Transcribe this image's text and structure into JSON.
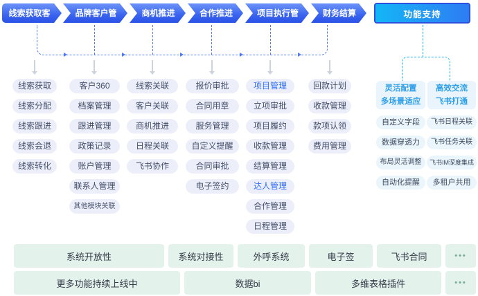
{
  "flow": {
    "steps": [
      "线索获取客户",
      "品牌客户管理",
      "商机推进",
      "合作推进",
      "项目执行管理",
      "财务结算"
    ],
    "support_label": "功能支持"
  },
  "columns": [
    {
      "name": "lead-acquisition",
      "items": [
        "线索获取",
        "线索分配",
        "线索跟进",
        "线索会退",
        "线索转化"
      ]
    },
    {
      "name": "brand-customer",
      "items": [
        "客户360",
        "档案管理",
        "跟进管理",
        "政策记录",
        "账户管理",
        "联系人管理",
        "其他模块关联"
      ]
    },
    {
      "name": "opportunity",
      "items": [
        "线索关联",
        "客户关联",
        "商机推进",
        "日程关联",
        "飞书协作"
      ]
    },
    {
      "name": "cooperation",
      "items": [
        "报价审批",
        "合同用章",
        "服务管理",
        "自定义提醒",
        "合同审批",
        "电子签约"
      ]
    },
    {
      "name": "project-execution",
      "items": [
        "项目管理",
        "立项审批",
        "项目履约",
        "收款管理",
        "结算管理",
        "达人管理",
        "合作管理",
        "日程管理"
      ]
    },
    {
      "name": "finance",
      "items": [
        "回款计划",
        "收款管理",
        "款项认领",
        "费用管理"
      ]
    }
  ],
  "support_section": {
    "groups": [
      {
        "header_line1": "灵活配置",
        "header_line2": "多场景适应",
        "items": [
          "自定义字段",
          "数据穿透力",
          "布局灵活调整",
          "自动化提醒"
        ]
      },
      {
        "header_line1": "高效交流",
        "header_line2": "飞书打通",
        "items": [
          "飞书日程关联",
          "飞书任务关联",
          "飞书IM深度集成",
          "多租户共用"
        ]
      }
    ]
  },
  "bottom": {
    "row1": [
      "系统开放性",
      "系统对接性",
      "外呼系统",
      "电子签",
      "飞书合同",
      "•••"
    ],
    "row2": [
      "更多功能持续上线中",
      "数据bi",
      "多维表格插件",
      "•••"
    ]
  },
  "colors": {
    "step_gradient_top": "#6B93F8",
    "step_gradient_bottom": "#2A51E6",
    "support_btn_left": "#14B6F6",
    "support_btn_right": "#2E7CF3",
    "connector_blue": "#4E79F0",
    "connector_cyan": "#18B2F0",
    "pill_bg": "#ECEFF9",
    "pill_text": "#46506B",
    "highlight_text": "#3370FF",
    "support_header_text": "#2F9FE8",
    "support_pill_bg": "#EBF5FC",
    "bottom_box_bg": "#E4F2EC"
  }
}
